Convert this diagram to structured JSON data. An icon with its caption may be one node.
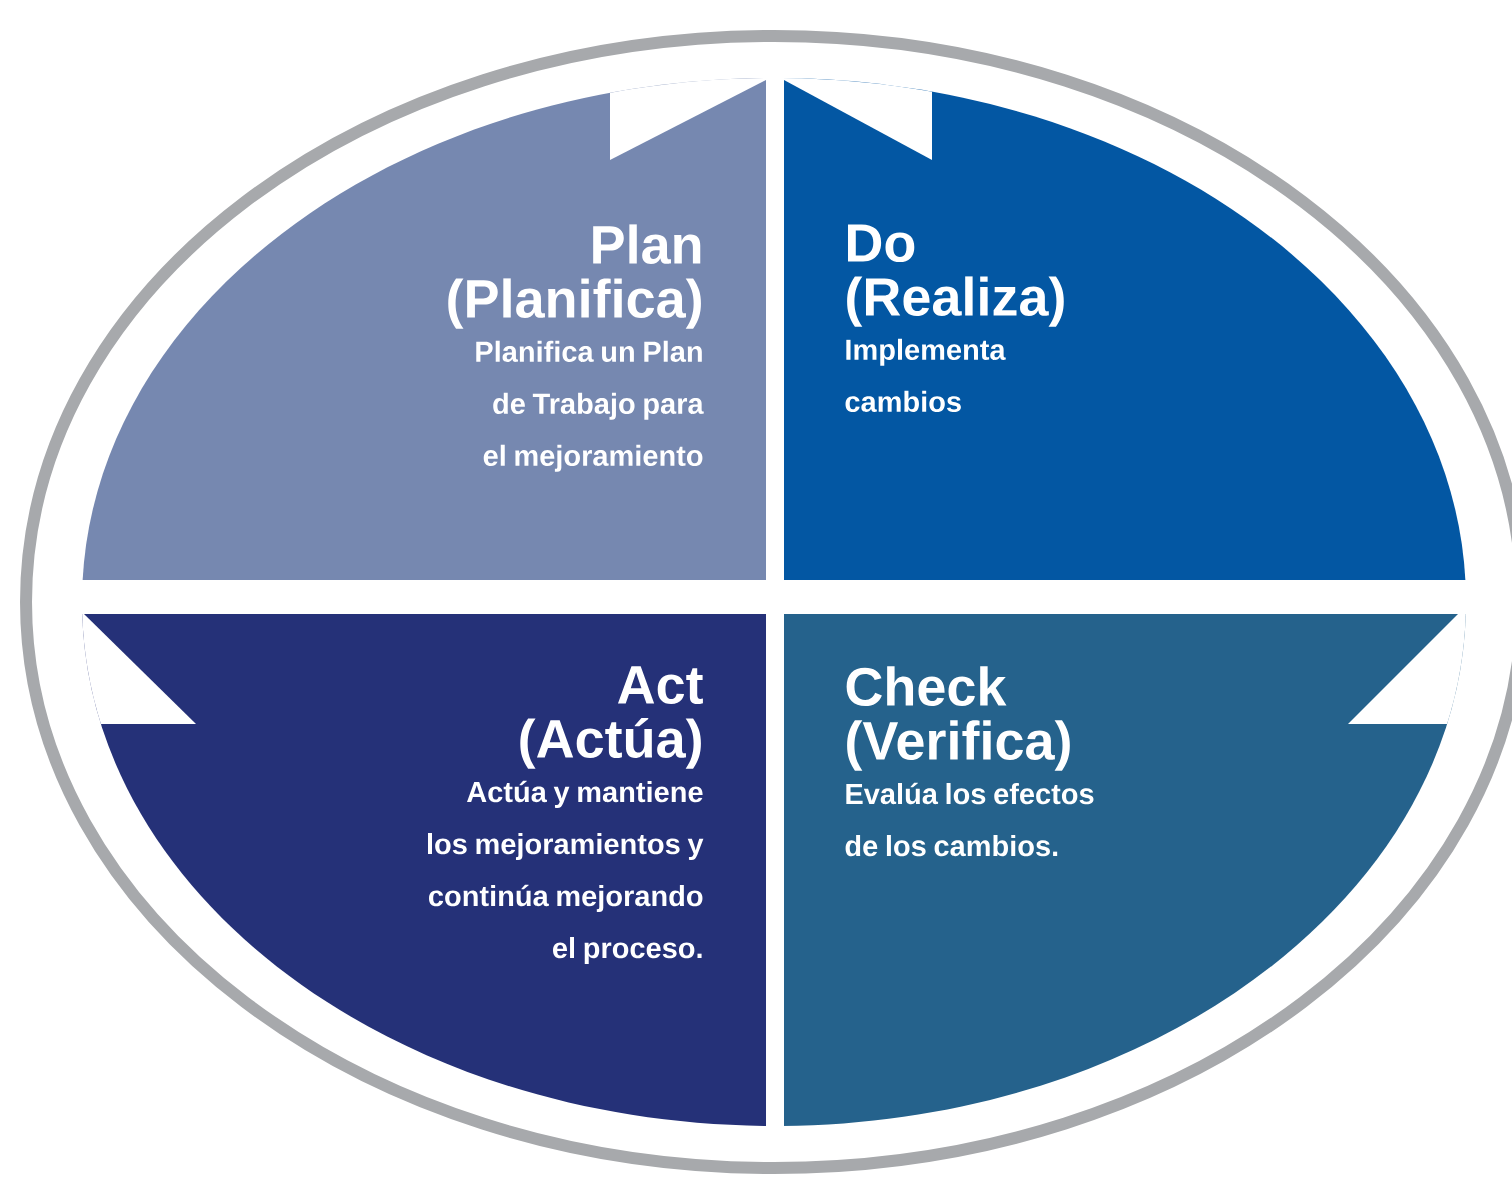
{
  "diagram": {
    "nodes": [
      {
        "text": [
          "Plan (Planifica)",
          "Planifica un Plan de Trabajo para el mejoramiento"
        ]
      },
      {
        "text": [
          "Do (Realiza)",
          "Implementa cambios"
        ]
      },
      {
        "text": [
          "Act (Actúa)",
          "Actúa y mantiene los mejoramientos y continúa mejorando el proceso."
        ]
      },
      {
        "text": [
          "Check (Verifica)",
          "Evalúa los efectos de los cambios."
        ]
      }
    ]
  }
}
